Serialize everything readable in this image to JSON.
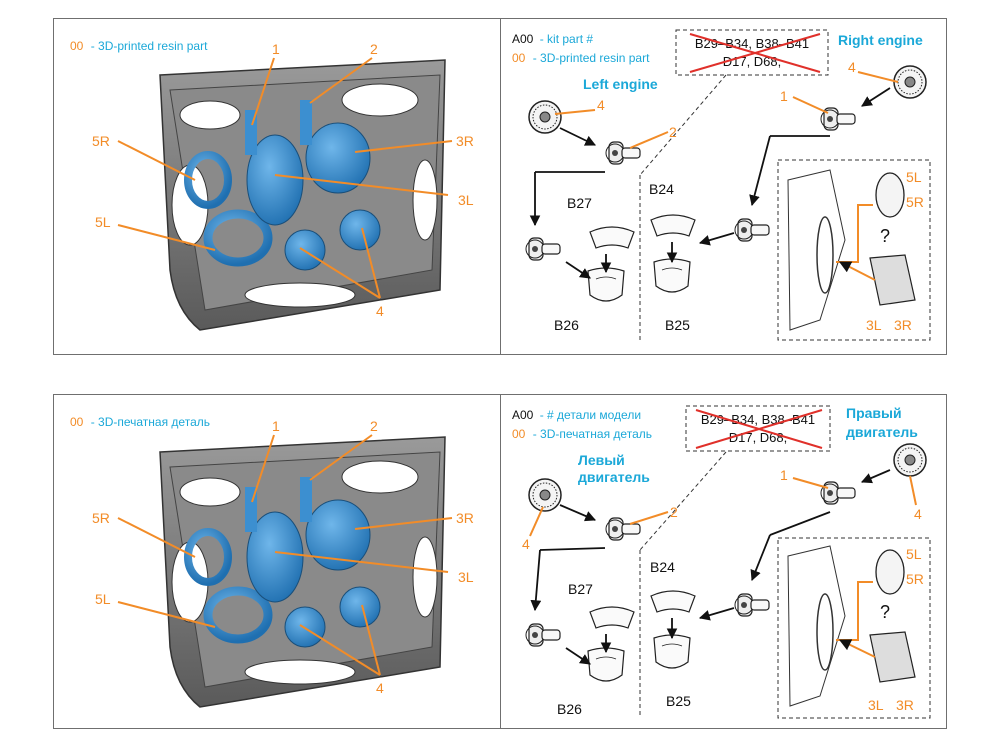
{
  "colors": {
    "orange": "#f28c28",
    "cyan": "#1ba8d8",
    "red": "#e0302a",
    "blue_part": "#3c8fd0",
    "tray": "#7a7a7a"
  },
  "top": {
    "left": {
      "legend_code": "00",
      "legend_text": "- 3D-printed resin part",
      "callouts": [
        "1",
        "2",
        "5R",
        "3R",
        "5L",
        "3L",
        "4"
      ]
    },
    "right": {
      "legend_kit_code": "A00",
      "legend_kit_text": "- kit part #",
      "legend_resin_code": "00",
      "legend_resin_text": "- 3D-printed resin part",
      "removed_parts_line1": "B29–B34, B38–B41",
      "removed_parts_line2": "D17, D68,",
      "left_engine_title": "Left engine",
      "right_engine_title": "Right engine",
      "parts": [
        "4",
        "2",
        "B27",
        "B26",
        "B24",
        "B25",
        "1",
        "4"
      ],
      "inset": {
        "l5": "5L",
        "r5": "5R",
        "question": "?",
        "l3": "3L",
        "r3": "3R"
      }
    }
  },
  "bottom": {
    "left": {
      "legend_code": "00",
      "legend_text": "- 3D-печатная деталь",
      "callouts": [
        "1",
        "2",
        "5R",
        "3R",
        "5L",
        "3L",
        "4"
      ]
    },
    "right": {
      "legend_kit_code": "A00",
      "legend_kit_text": "- # детали модели",
      "legend_resin_code": "00",
      "legend_resin_text": "- 3D-печатная деталь",
      "removed_parts_line1": "B29–B34, B38–B41",
      "removed_parts_line2": "D17, D68,",
      "left_engine_title_1": "Левый",
      "left_engine_title_2": "двигатель",
      "right_engine_title_1": "Правый",
      "right_engine_title_2": "двигатель",
      "parts": [
        "4",
        "2",
        "B27",
        "B26",
        "B24",
        "B25",
        "1",
        "4"
      ],
      "inset": {
        "l5": "5L",
        "r5": "5R",
        "question": "?",
        "l3": "3L",
        "r3": "3R"
      }
    }
  }
}
